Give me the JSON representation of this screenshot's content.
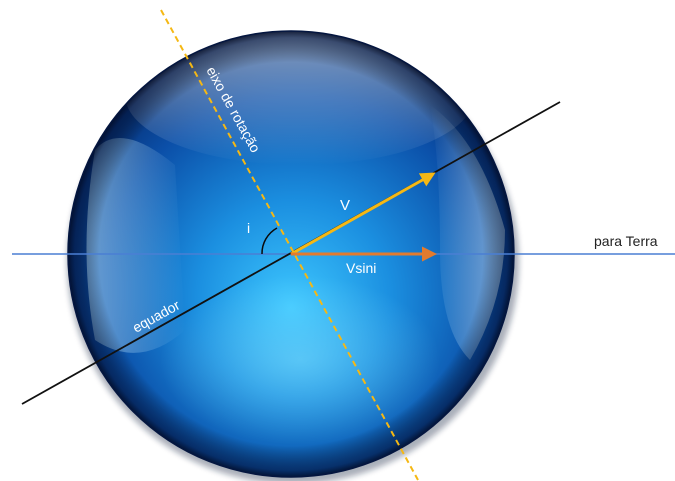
{
  "labels": {
    "rotation_axis": "eixo de rotação",
    "velocity": "V",
    "projected_velocity": "Vsini",
    "inclination": "i",
    "equator": "equador",
    "line_of_sight": "para Terra"
  },
  "colors": {
    "background": "#ffffff",
    "rotation_axis": "#f5b814",
    "equator_line": "#111111",
    "line_of_sight": "#4a7fd4",
    "velocity_arrow": "#f5b814",
    "projected_velocity_arrow": "#e27b2e",
    "label_on_sphere": "#ffffff",
    "label_outside": "#222222",
    "sphere_light": "#2fb8f5",
    "sphere_mid": "#0d5fb3",
    "sphere_dark": "#06245c"
  }
}
